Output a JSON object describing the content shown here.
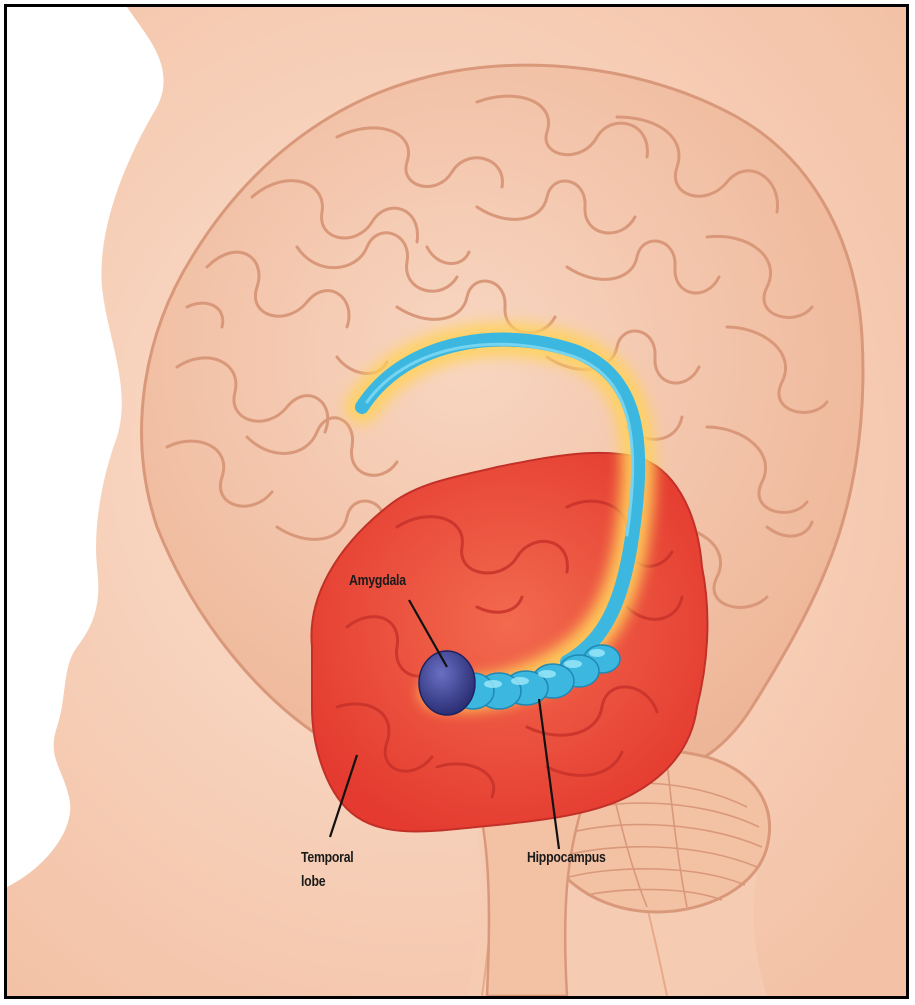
{
  "labels": {
    "amygdala": "Amygdala",
    "hippocampus": "Hippocampus",
    "temporal_line1": "Temporal",
    "temporal_line2": "lobe"
  },
  "colors": {
    "skin": "#f8d3bd",
    "skin_dark": "#f1b99c",
    "brain": "#f4c3a6",
    "gyri_outline": "#d9987a",
    "temporal_lobe": "#ea4b3a",
    "hippocampus": "#3cb8e0",
    "glow": "#ffd25c",
    "amygdala": "#3b3f8e"
  }
}
